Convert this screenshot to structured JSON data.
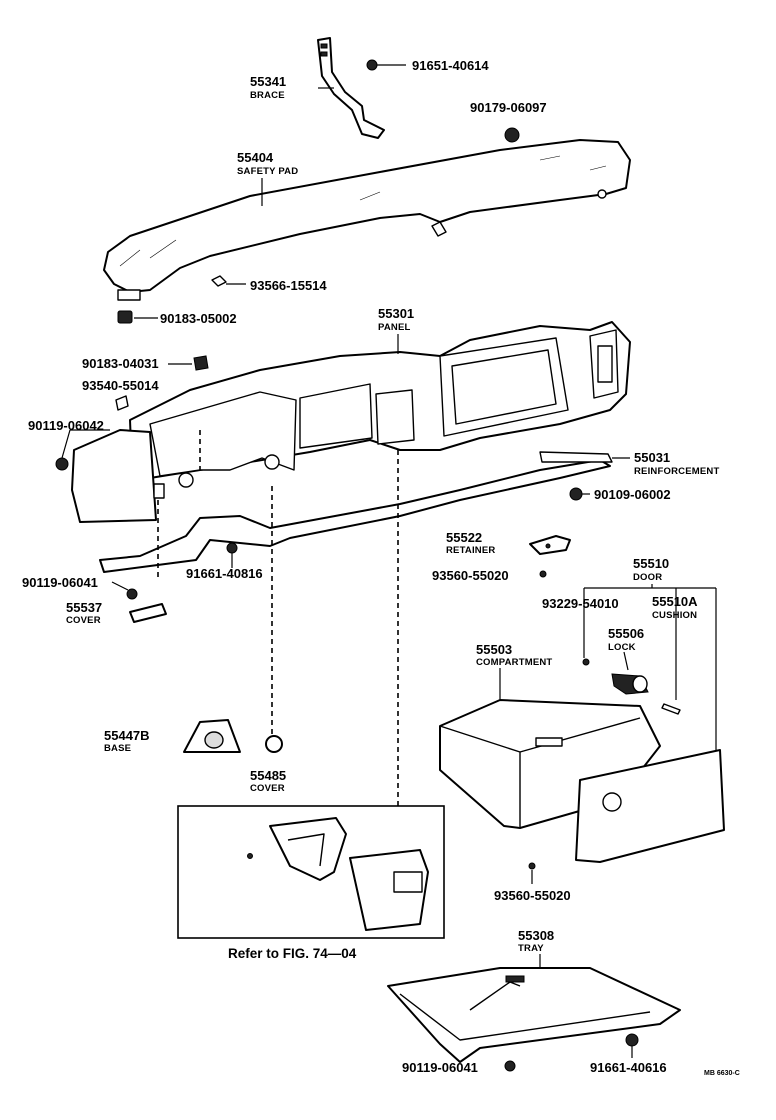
{
  "labels": {
    "brace": {
      "number": "55341",
      "name": "BRACE"
    },
    "safety_pad": {
      "number": "55404",
      "name": "SAFETY PAD"
    },
    "panel": {
      "number": "55301",
      "name": "PANEL"
    },
    "reinforcement": {
      "number": "55031",
      "name": "REINFORCEMENT"
    },
    "retainer": {
      "number": "55522",
      "name": "RETAINER"
    },
    "door": {
      "number": "55510",
      "name": "DOOR"
    },
    "cushion": {
      "number": "55510A",
      "name": "CUSHION"
    },
    "lock": {
      "number": "55506",
      "name": "LOCK"
    },
    "compartment": {
      "number": "55503",
      "name": "COMPARTMENT"
    },
    "cover_left": {
      "number": "55537",
      "name": "COVER"
    },
    "base": {
      "number": "55447B",
      "name": "BASE"
    },
    "cover_lower": {
      "number": "55485",
      "name": "COVER"
    },
    "tray": {
      "number": "55308",
      "name": "TRAY"
    }
  },
  "fasteners": {
    "f1": "91651-40614",
    "f2": "90179-06097",
    "f3": "93566-15514",
    "f4": "90183-05002",
    "f5": "90183-04031",
    "f6": "93540-55014",
    "f7": "90119-06042",
    "f8": "90109-06002",
    "f9": "90119-06041",
    "f10": "91661-40816",
    "f11": "93560-55020",
    "f12": "93229-54010",
    "f13": "93560-55020",
    "f14": "90119-06041",
    "f15": "91661-40616"
  },
  "reference": "Refer to FIG. 74—04",
  "drawing_code": "MB 6630-C"
}
